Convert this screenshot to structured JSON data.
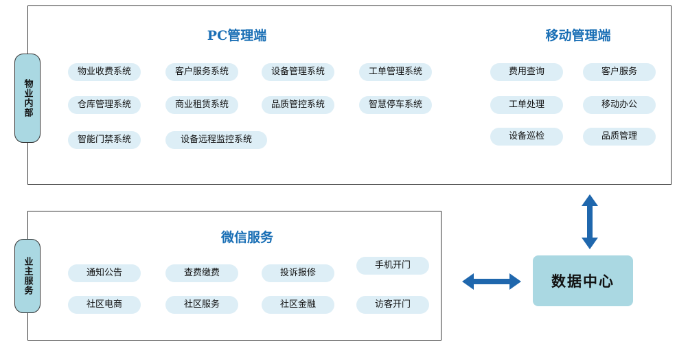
{
  "internal": {
    "side_label": "物业内部",
    "pc": {
      "title": "PC管理端",
      "items": [
        "物业收费系统",
        "客户服务系统",
        "设备管理系统",
        "工单管理系统",
        "仓库管理系统",
        "商业租赁系统",
        "品质管控系统",
        "智慧停车系统",
        "智能门禁系统",
        "设备远程监控系统"
      ]
    },
    "mobile": {
      "title": "移动管理端",
      "items": [
        "费用查询",
        "客户服务",
        "工单处理",
        "移动办公",
        "设备巡检",
        "品质管理"
      ]
    }
  },
  "owner": {
    "side_label": "业主服务",
    "wechat": {
      "title": "微信服务",
      "items": [
        "通知公告",
        "查费缴费",
        "投诉报修",
        "手机开门",
        "社区电商",
        "社区服务",
        "社区金融",
        "访客开门"
      ]
    }
  },
  "data_center": {
    "label": "数据中心"
  },
  "colors": {
    "accent": "#1a6fb5",
    "pill_bg": "#ddeef6",
    "label_bg": "#aad8e2",
    "arrow": "#1f67ad"
  }
}
